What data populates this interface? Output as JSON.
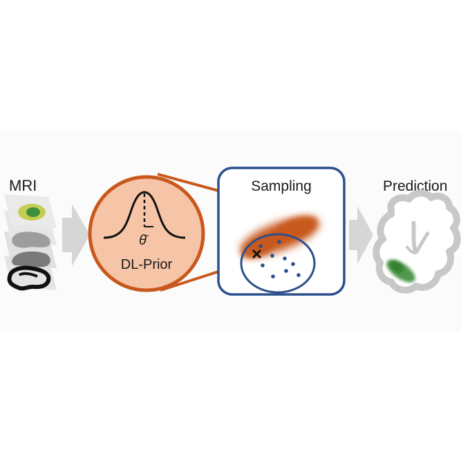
{
  "labels": {
    "mri": "MRI",
    "prior": "DL-Prior",
    "theta": "θ̄",
    "sampling": "Sampling",
    "prediction": "Prediction"
  },
  "colors": {
    "orange": "#c8581c",
    "prior_fill": "#f6c4a6",
    "blue": "#2b4f8c",
    "arrow": "#d6d6d6",
    "brain_outline": "#c8c8c8",
    "green": "#3f8f3a"
  },
  "icons": [
    "mri-slice-stack-icon",
    "gaussian-curve-icon",
    "cross-marker-icon",
    "brain-outline-icon"
  ]
}
